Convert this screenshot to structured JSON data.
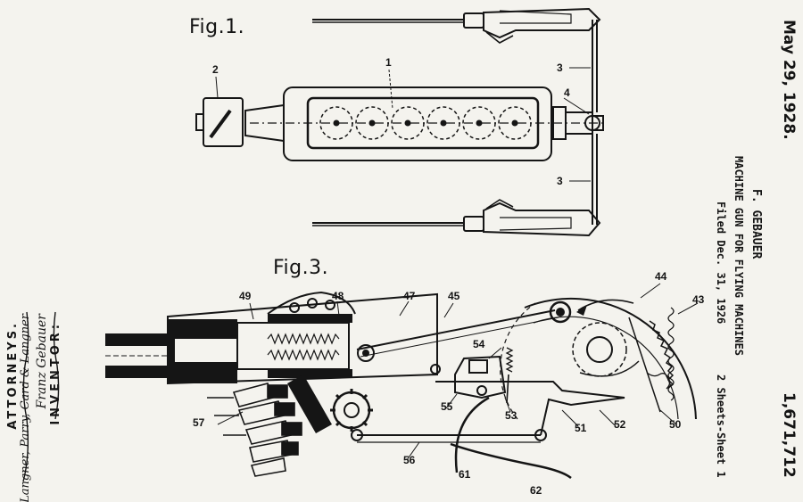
{
  "header": {
    "date": "May 29, 1928.",
    "inventor": "F. GEBAUER",
    "title": "MACHINE GUN FOR FLYING MACHINES",
    "filed": "Filed Dec. 31, 1926",
    "sheets": "2 Sheets-Sheet 1",
    "patent_number": "1,671,712"
  },
  "figures": {
    "fig1_label": "Fig.1.",
    "fig3_label": "Fig.3."
  },
  "fig1_refs": {
    "r1": "1",
    "r2": "2",
    "r3a": "3",
    "r3b": "3",
    "r4": "4"
  },
  "fig3_refs": {
    "r43": "43",
    "r44": "44",
    "r45": "45",
    "r47": "47",
    "r48": "48",
    "r49": "49",
    "r50": "50",
    "r51": "51",
    "r52": "52",
    "r53": "53",
    "r54": "54",
    "r55": "55",
    "r56": "56",
    "r57": "57",
    "r61": "61",
    "r62": "62"
  },
  "signature": {
    "inventor_caption": "INVENTOR:",
    "inventor_sig": "Franz Gebauer",
    "attorney_sig": "By: Langner, Parry, Card & Langner",
    "attorneys_caption": "ATTORNEYS."
  }
}
